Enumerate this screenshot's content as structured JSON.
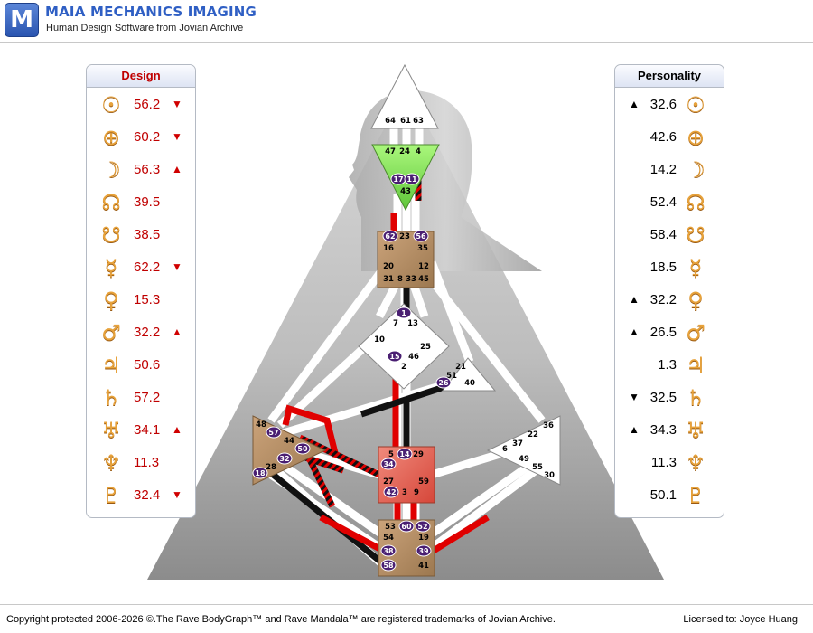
{
  "header": {
    "logo_letter": "M",
    "title": "MAIA MECHANICS IMAGING",
    "subtitle": "Human Design Software from Jovian Archive"
  },
  "design": {
    "title": "Design",
    "color": "#c00000",
    "rows": [
      {
        "planet": "sun-icon",
        "glyph": "☉",
        "value": "56.2",
        "arrow": "▼"
      },
      {
        "planet": "earth-icon",
        "glyph": "⊕",
        "value": "60.2",
        "arrow": "▼"
      },
      {
        "planet": "moon-icon",
        "glyph": "☽",
        "value": "56.3",
        "arrow": "▲"
      },
      {
        "planet": "north-node-icon",
        "glyph": "☊",
        "value": "39.5",
        "arrow": ""
      },
      {
        "planet": "south-node-icon",
        "glyph": "☋",
        "value": "38.5",
        "arrow": ""
      },
      {
        "planet": "mercury-icon",
        "glyph": "☿",
        "value": "62.2",
        "arrow": "▼"
      },
      {
        "planet": "venus-icon",
        "glyph": "♀",
        "value": "15.3",
        "arrow": ""
      },
      {
        "planet": "mars-icon",
        "glyph": "♂",
        "value": "32.2",
        "arrow": "▲"
      },
      {
        "planet": "jupiter-icon",
        "glyph": "♃",
        "value": "50.6",
        "arrow": ""
      },
      {
        "planet": "saturn-icon",
        "glyph": "♄",
        "value": "57.2",
        "arrow": ""
      },
      {
        "planet": "uranus-icon",
        "glyph": "♅",
        "value": "34.1",
        "arrow": "▲"
      },
      {
        "planet": "neptune-icon",
        "glyph": "♆",
        "value": "11.3",
        "arrow": ""
      },
      {
        "planet": "pluto-icon",
        "glyph": "♇",
        "value": "32.4",
        "arrow": "▼"
      }
    ]
  },
  "personality": {
    "title": "Personality",
    "color": "#000000",
    "rows": [
      {
        "planet": "sun-icon",
        "glyph": "☉",
        "value": "32.6",
        "arrow": "▲"
      },
      {
        "planet": "earth-icon",
        "glyph": "⊕",
        "value": "42.6",
        "arrow": ""
      },
      {
        "planet": "moon-icon",
        "glyph": "☽",
        "value": "14.2",
        "arrow": ""
      },
      {
        "planet": "north-node-icon",
        "glyph": "☊",
        "value": "52.4",
        "arrow": ""
      },
      {
        "planet": "south-node-icon",
        "glyph": "☋",
        "value": "58.4",
        "arrow": ""
      },
      {
        "planet": "mercury-icon",
        "glyph": "☿",
        "value": "18.5",
        "arrow": ""
      },
      {
        "planet": "venus-icon",
        "glyph": "♀",
        "value": "32.2",
        "arrow": "▲"
      },
      {
        "planet": "mars-icon",
        "glyph": "♂",
        "value": "26.5",
        "arrow": "▲"
      },
      {
        "planet": "jupiter-icon",
        "glyph": "♃",
        "value": "1.3",
        "arrow": ""
      },
      {
        "planet": "saturn-icon",
        "glyph": "♄",
        "value": "32.5",
        "arrow": "▼"
      },
      {
        "planet": "uranus-icon",
        "glyph": "♅",
        "value": "34.3",
        "arrow": "▲"
      },
      {
        "planet": "neptune-icon",
        "glyph": "♆",
        "value": "11.3",
        "arrow": ""
      },
      {
        "planet": "pluto-icon",
        "glyph": "♇",
        "value": "50.1",
        "arrow": ""
      }
    ]
  },
  "bodygraph": {
    "colors": {
      "design_red": "#e00000",
      "personality_black": "#111111",
      "head_white": "#ffffff",
      "ajna_green": "#86e05a",
      "motor_tan": "#b8946a",
      "sacral_red": "#e9675a",
      "open_white": "#ffffff",
      "activated_gate_purple": "#4a1f72"
    },
    "centers": {
      "head": {
        "gates": [
          "64",
          "61",
          "63"
        ]
      },
      "ajna": {
        "gates": [
          "47",
          "24",
          "4",
          "17",
          "11",
          "43"
        ]
      },
      "throat": {
        "gates": [
          "62",
          "23",
          "56",
          "16",
          "35",
          "20",
          "12",
          "31",
          "8",
          "33",
          "45"
        ]
      },
      "g": {
        "gates": [
          "1",
          "7",
          "13",
          "10",
          "25",
          "15",
          "46",
          "2"
        ]
      },
      "heart": {
        "gates": [
          "21",
          "51",
          "26",
          "40"
        ]
      },
      "spleen": {
        "gates": [
          "48",
          "57",
          "44",
          "50",
          "32",
          "28",
          "18"
        ]
      },
      "sacral": {
        "gates": [
          "5",
          "14",
          "29",
          "34",
          "27",
          "59",
          "42",
          "3",
          "9"
        ]
      },
      "solar_plexus": {
        "gates": [
          "36",
          "22",
          "37",
          "6",
          "49",
          "55",
          "30"
        ]
      },
      "root": {
        "gates": [
          "53",
          "60",
          "52",
          "54",
          "19",
          "38",
          "39",
          "58",
          "41"
        ]
      }
    }
  },
  "footer": {
    "copyright": "Copyright protected 2006-2026 ©.The Rave BodyGraph™ and Rave Mandala™ are registered trademarks of Jovian Archive.",
    "license": "Licensed to: Joyce Huang"
  }
}
